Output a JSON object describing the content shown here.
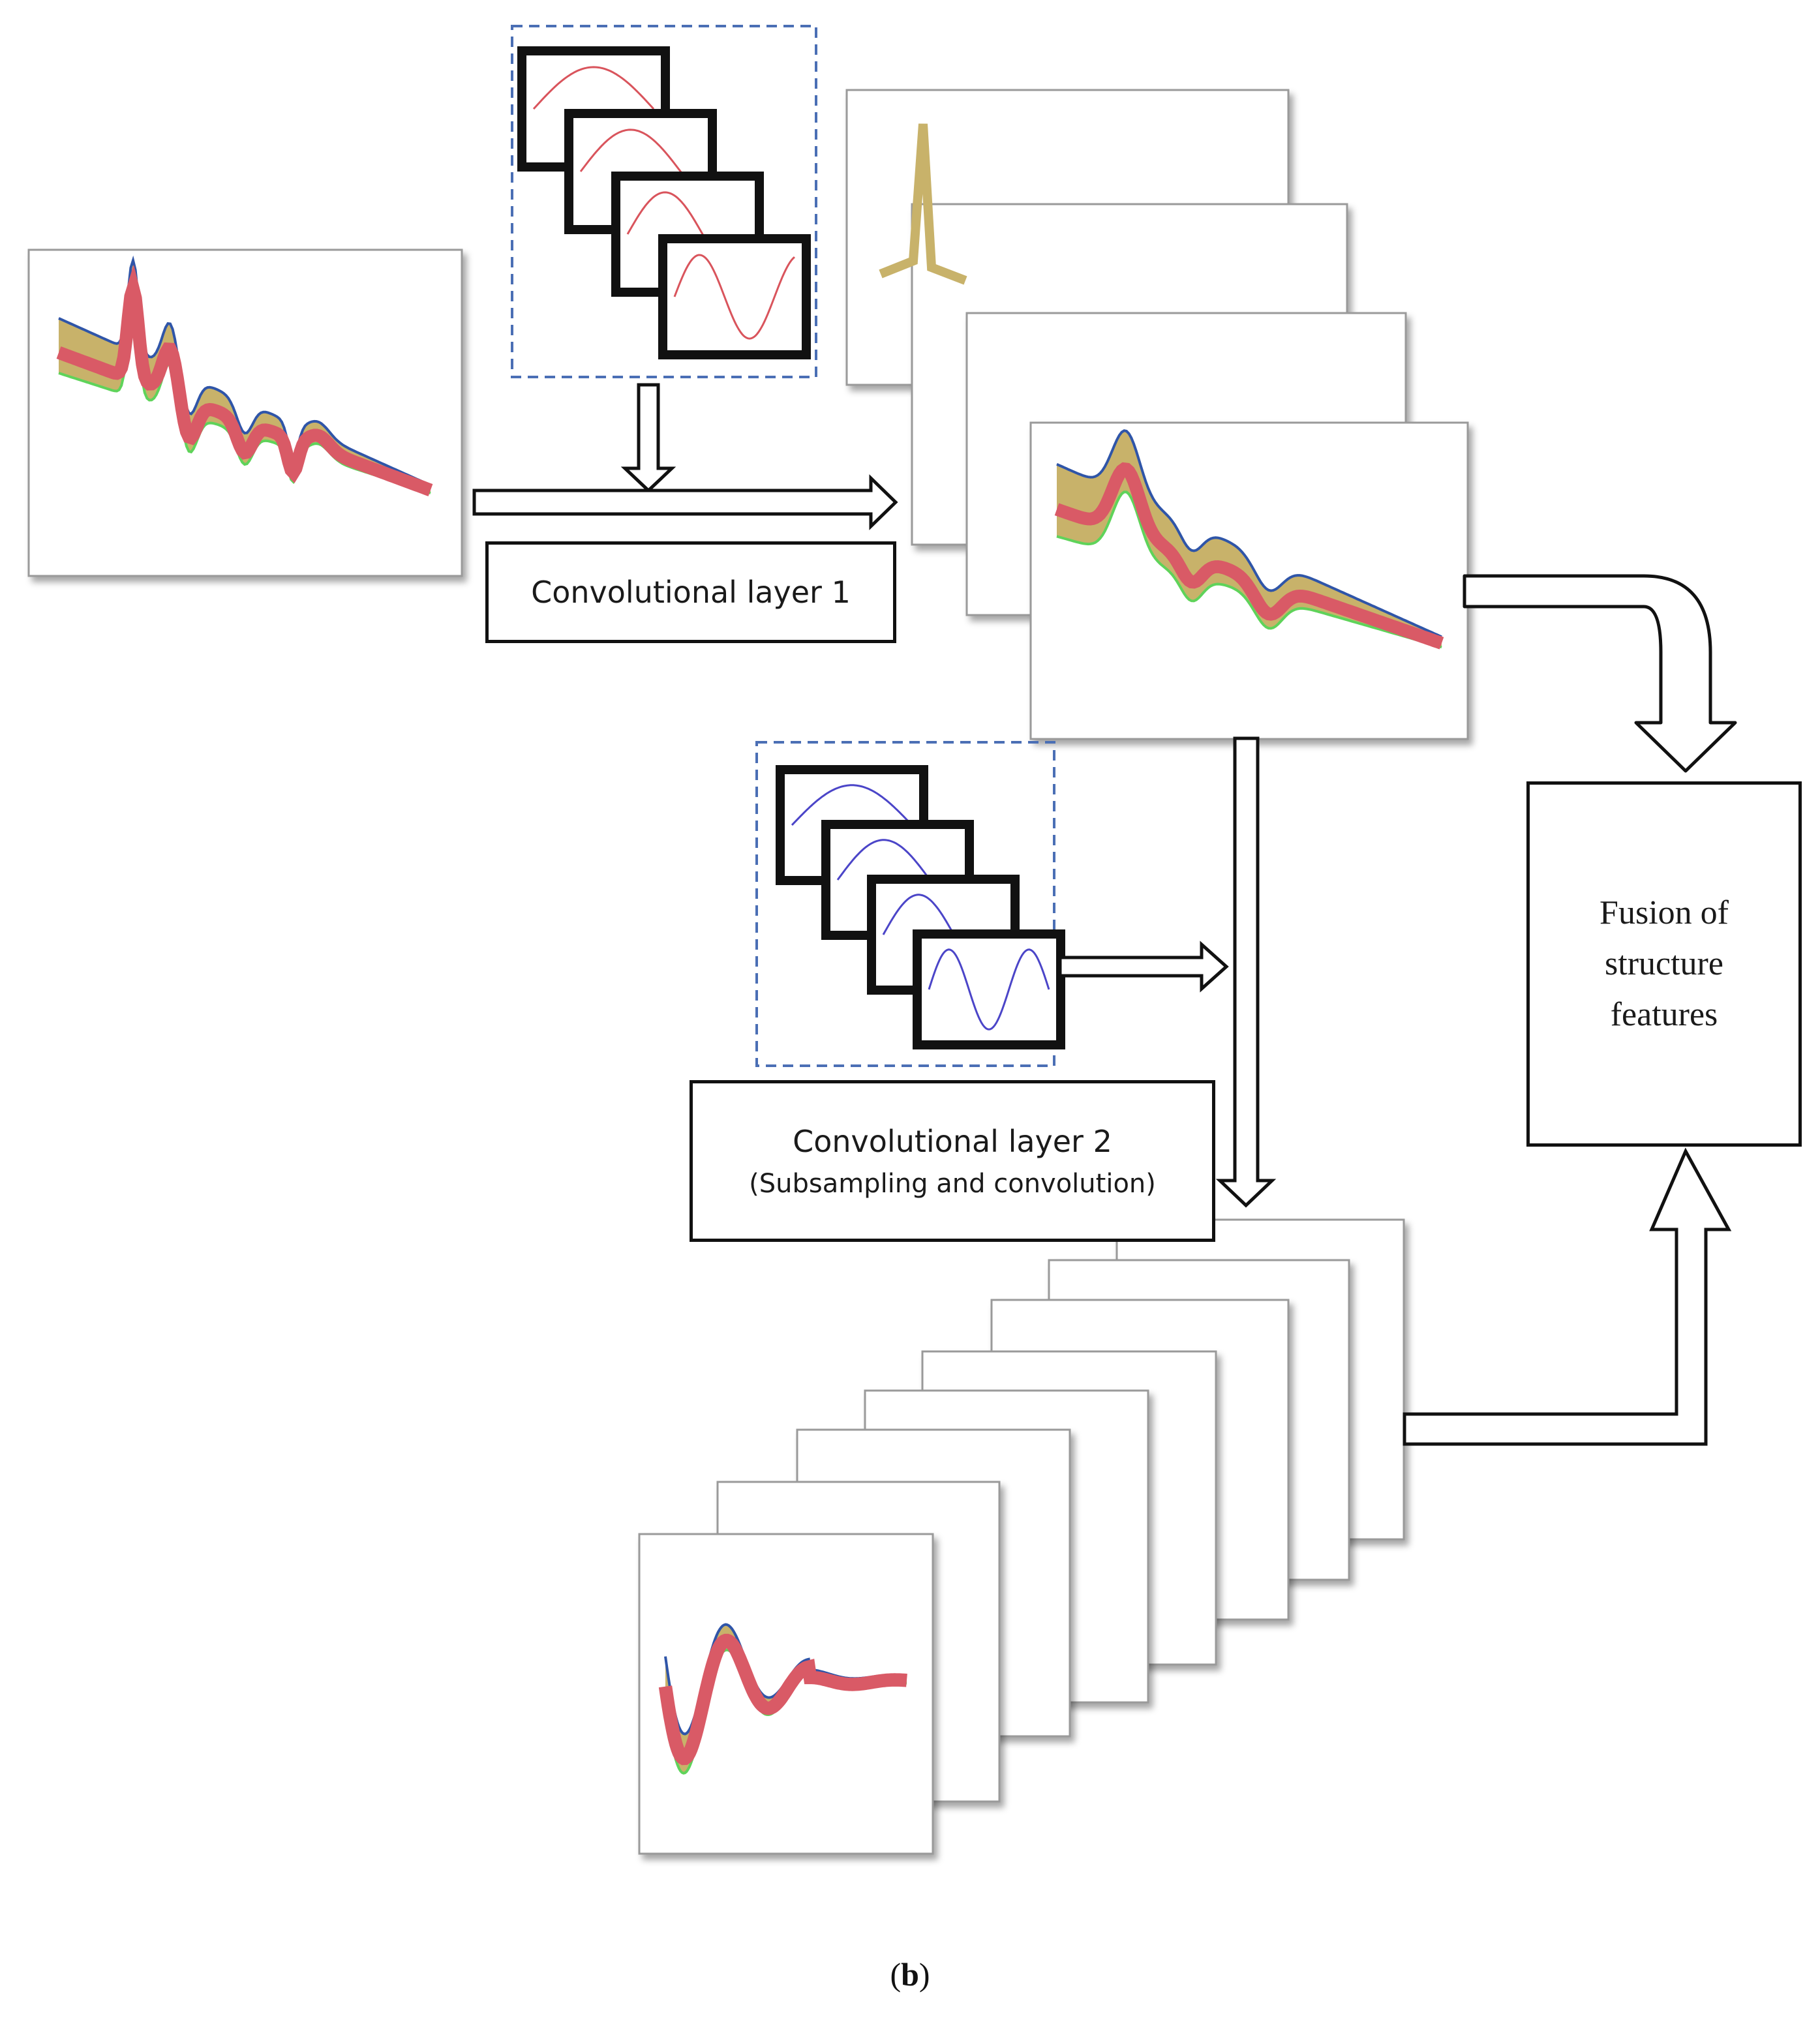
{
  "labels": {
    "conv1": "Convolutional layer 1",
    "conv2": "Convolutional layer 2",
    "conv2_sub": "(Subsampling and convolution)",
    "fusion_line1": "Fusion of",
    "fusion_line2": "structure",
    "fusion_line3": "features",
    "caption_open": "(",
    "caption_letter": "b",
    "caption_close": ")"
  },
  "colors": {
    "kernel1_curve": "#d9545c",
    "kernel2_curve": "#4b45c8",
    "band_tan": "#c8b26a",
    "band_red": "#d95a66",
    "band_green": "#5fd35a",
    "band_blue": "#2f55a8",
    "dashed_border": "#4b6fb5",
    "outline": "#111111"
  }
}
